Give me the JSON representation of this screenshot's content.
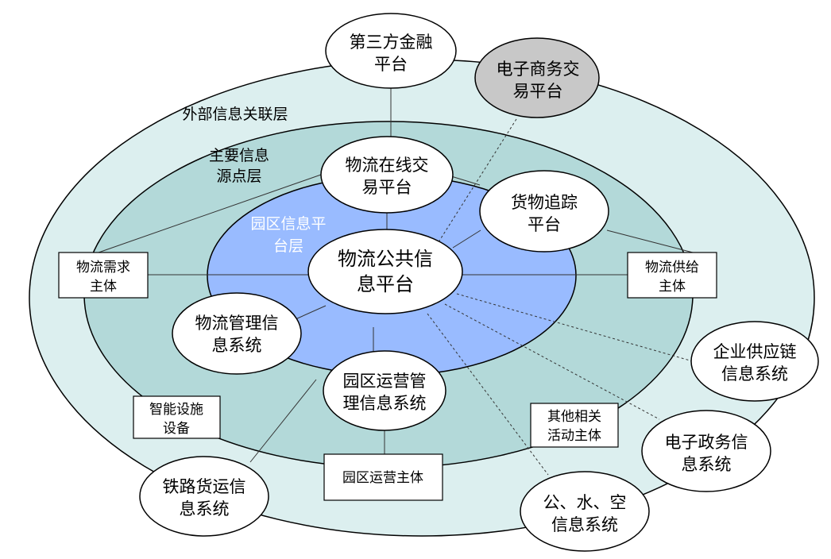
{
  "layers": {
    "outer": "外部信息关联层",
    "middle": [
      "主要信息",
      "源点层"
    ],
    "inner": [
      "园区信息平",
      "台层"
    ]
  },
  "center": [
    "物流公共信",
    "息平台"
  ],
  "nodes": {
    "finance": [
      "第三方金融",
      "平台"
    ],
    "ecommerce": [
      "电子商务交",
      "易平台"
    ],
    "online_trade": [
      "物流在线交",
      "易平台"
    ],
    "cargo_tracking": [
      "货物追踪",
      "平台"
    ],
    "logistics_mgmt": [
      "物流管理信",
      "息系统"
    ],
    "park_ops_mgmt": [
      "园区运营管",
      "理信息系统"
    ],
    "supply_chain": [
      "企业供应链",
      "信息系统"
    ],
    "e_gov": [
      "电子政务信",
      "息系统"
    ],
    "road_water_air": [
      "公、水、空",
      "信息系统"
    ],
    "railway": [
      "铁路货运信",
      "息系统"
    ]
  },
  "boxes": {
    "demand": [
      "物流需求",
      "主体"
    ],
    "supply": [
      "物流供给",
      "主体"
    ],
    "facilities": [
      "智能设施",
      "设备"
    ],
    "other": [
      "其他相关",
      "活动主体"
    ],
    "park_ops": [
      "园区运营主体"
    ]
  },
  "colors": {
    "outer_fill": "#dcefef",
    "middle_fill": "#b3d9d9",
    "inner_fill": "#99bbff",
    "inner_label": "#ffffff",
    "node_fill": "#ffffff",
    "node_gray": "#c8c8c8",
    "stroke": "#000000"
  }
}
